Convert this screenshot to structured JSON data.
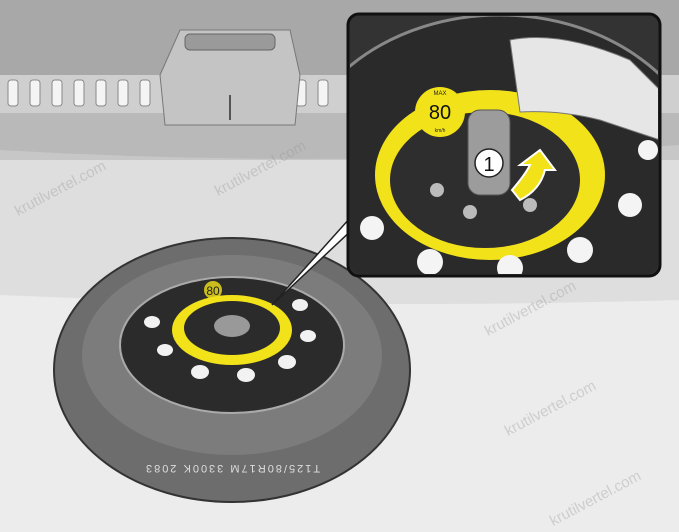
{
  "figure": {
    "callout_number": "1",
    "speed_label": {
      "max": "MAX",
      "value": "80",
      "unit": "km/h"
    },
    "tire_sidewall_text": "T125/80R17M 3300K 2083",
    "watermark": "krutilvertel.com"
  },
  "colors": {
    "yellow_label": "#f2e21a",
    "wheel": "#2b2b2b",
    "tire": "#6f6f6f",
    "background": "#ececec"
  }
}
